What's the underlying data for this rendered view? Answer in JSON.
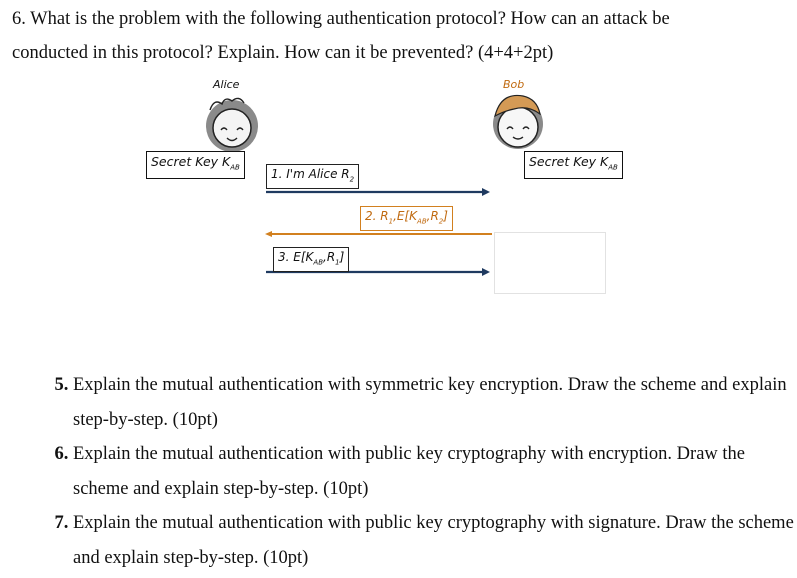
{
  "question6": {
    "line1": "6. What is the problem with the following authentication protocol? How can an attack be",
    "line2": "conducted in this protocol? Explain. How can it be prevented? (4+4+2pt)"
  },
  "diagram": {
    "alice_label": "Alice",
    "bob_label": "Bob",
    "alice_key": {
      "text": "Secret Key K",
      "sub": "AB"
    },
    "bob_key": {
      "text": "Secret Key K",
      "sub": "AB"
    },
    "messages": [
      {
        "prefix": "1. I'm Alice R",
        "sub": "2",
        "suffix": ""
      },
      {
        "prefix": "2. R",
        "sub": "1",
        "mid": ",E[K",
        "sub2": "AB",
        "mid2": ",R",
        "sub3": "2",
        "suffix": "]"
      },
      {
        "prefix": "3. E[K",
        "sub": "AB",
        "mid": ",R",
        "sub2": "1",
        "suffix": "]"
      }
    ],
    "colors": {
      "ink": "#111111",
      "arrow": "#1f3a60",
      "accent": "#d2801f"
    }
  },
  "questions": [
    {
      "number": 5,
      "text": "Explain the mutual authentication with symmetric key encryption. Draw the scheme and explain step-by-step. (10pt)"
    },
    {
      "number": 6,
      "text": "Explain the mutual authentication with public key cryptography with encryption. Draw the scheme and explain step-by-step. (10pt)"
    },
    {
      "number": 7,
      "text": "Explain the mutual authentication with public key cryptography with signature. Draw the scheme and explain step-by-step. (10pt)"
    }
  ]
}
